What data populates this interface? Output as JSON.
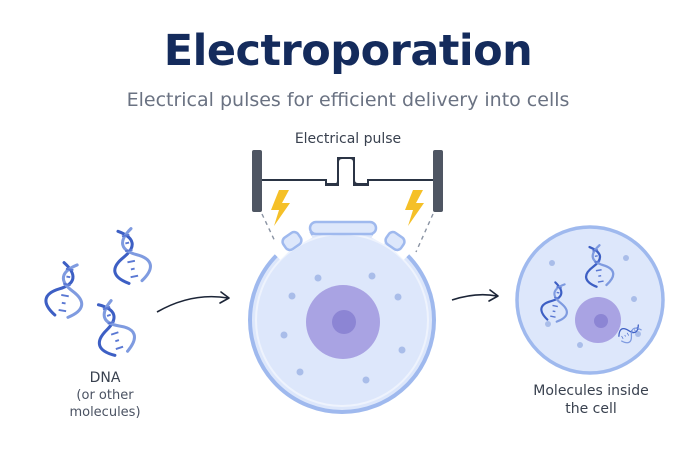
{
  "title": "Electroporation",
  "subtitle": "Electrical pulses for efficient delivery into cells",
  "labels": {
    "electrical_pulse": "Electrical pulse",
    "dna": "DNA",
    "dna_sub": "(or other molecules)",
    "result_line1": "Molecules inside",
    "result_line2": "the cell"
  },
  "colors": {
    "title": "#142b5c",
    "cell_fill": "#dde7fb",
    "cell_stroke": "#9fb9ee",
    "nucleus": "#a9a3e3",
    "nucleolus": "#8c85d4",
    "dna": "#3d5fc4",
    "lightning": "#f5c028",
    "electrode": "#4f5663"
  }
}
